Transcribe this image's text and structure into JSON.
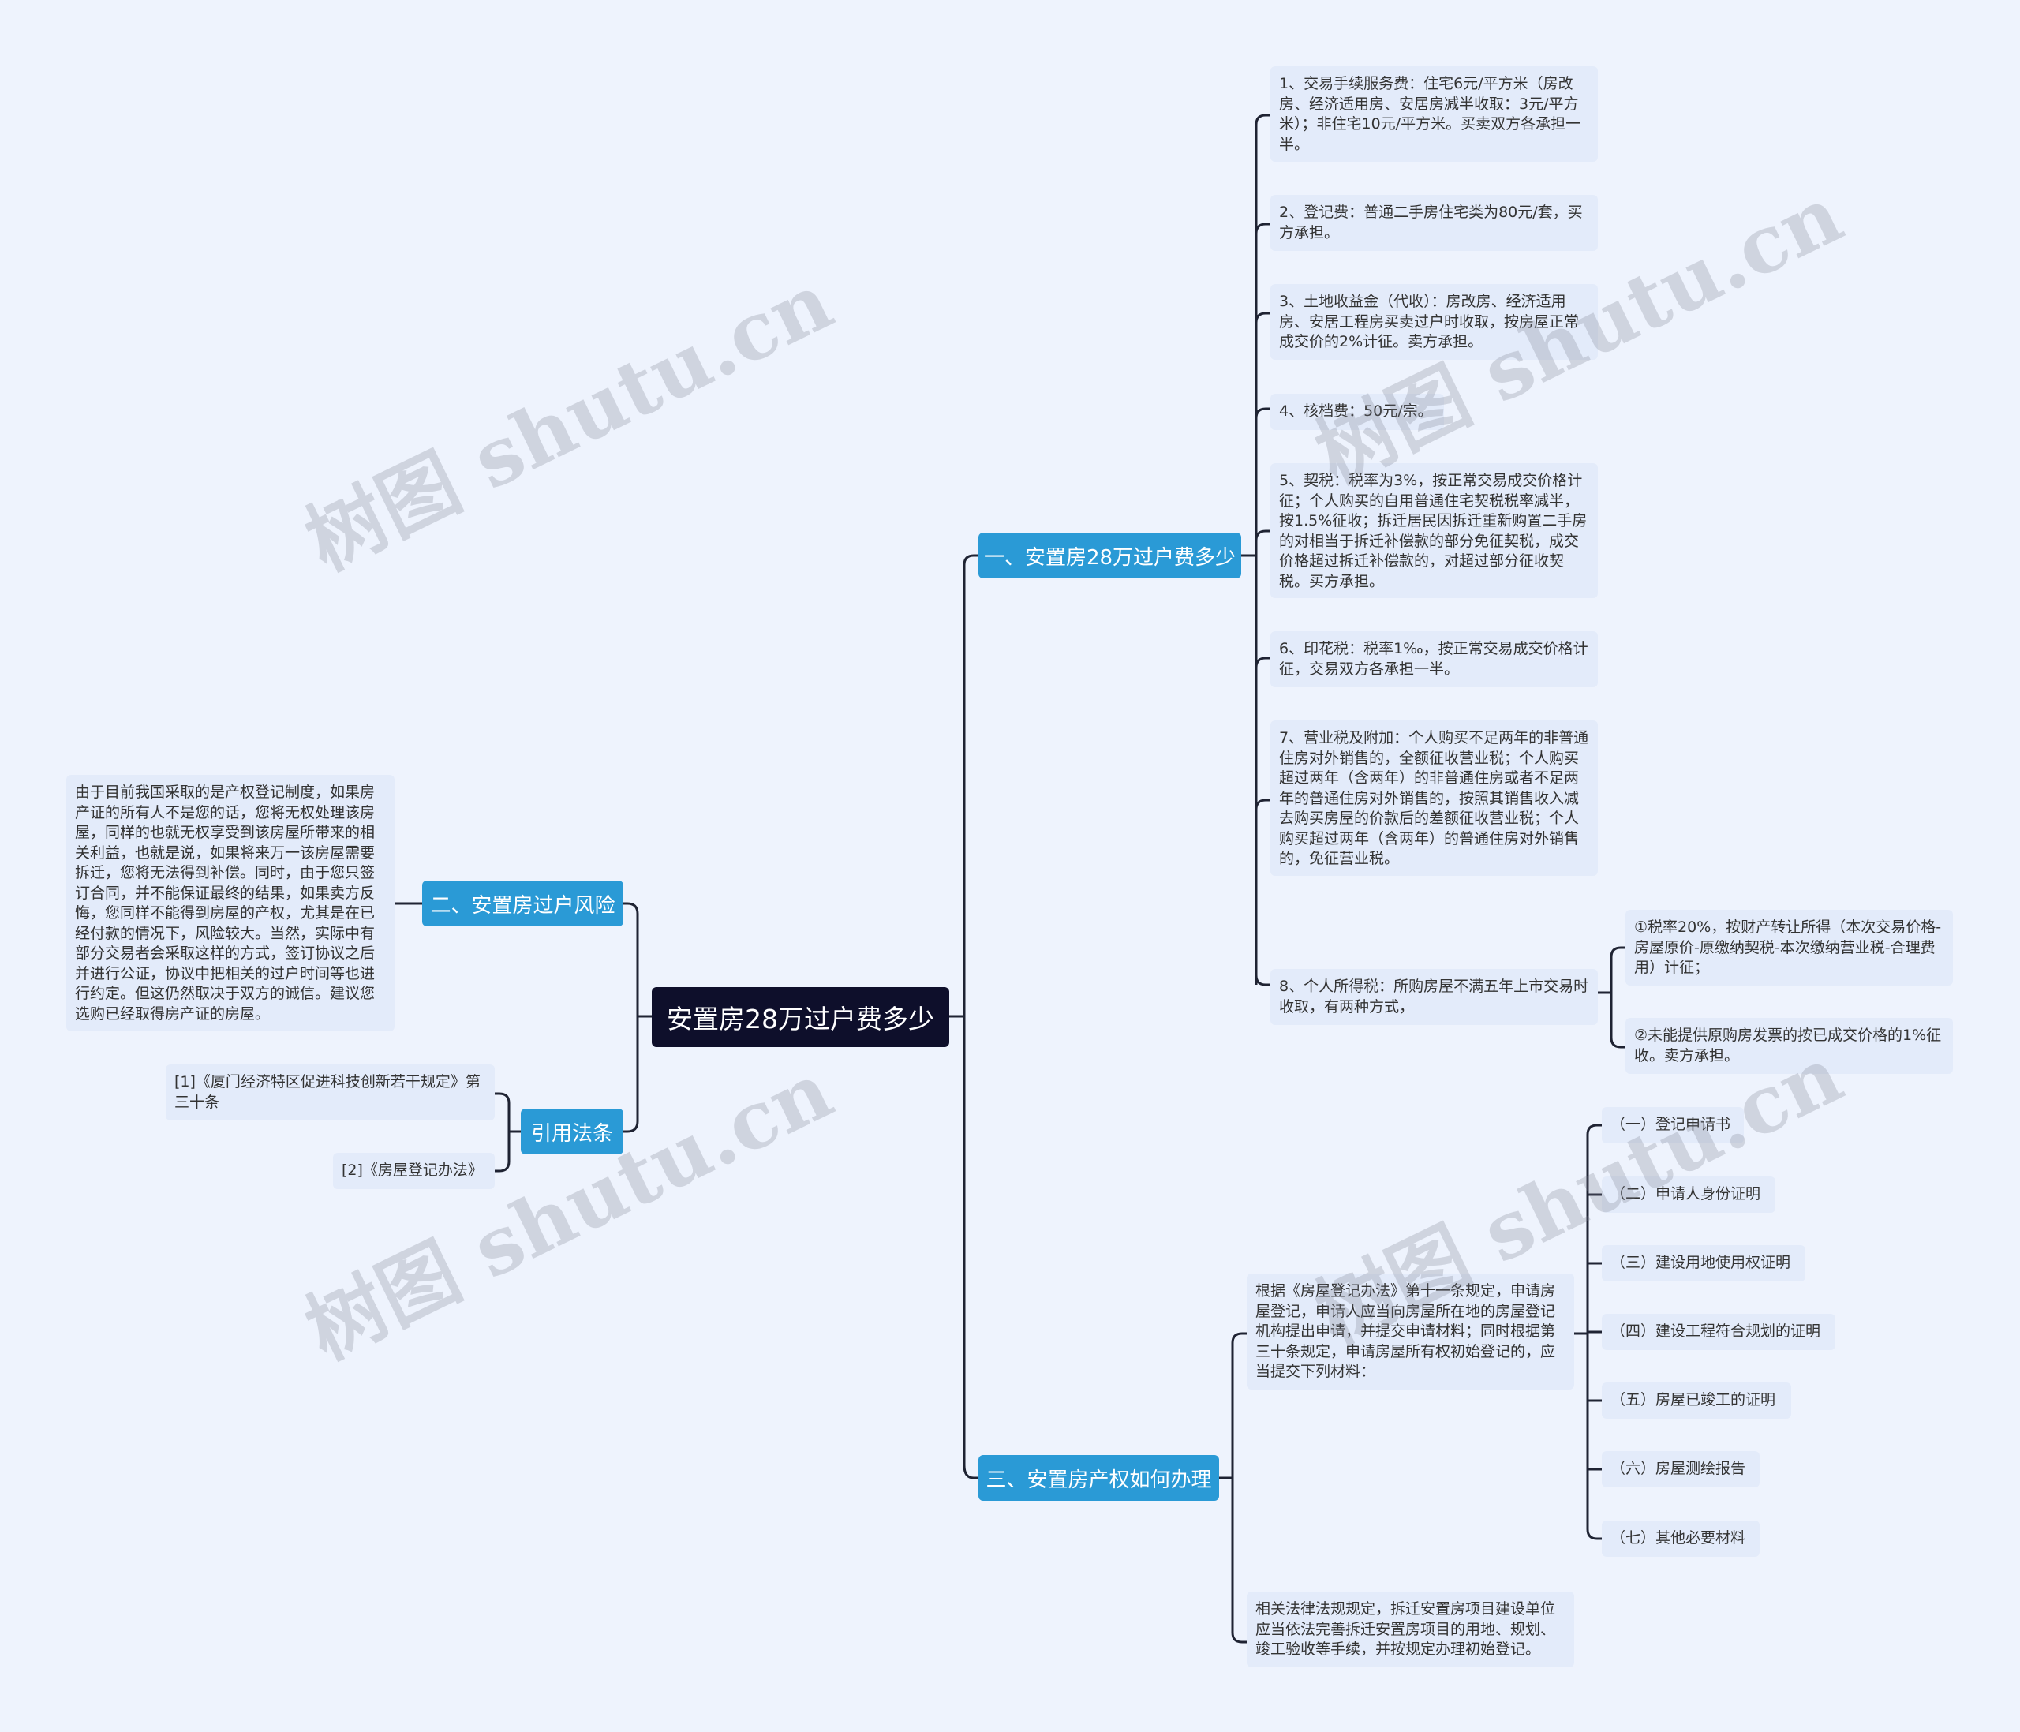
{
  "root": {
    "label": "安置房28万过户费多少"
  },
  "branches": {
    "fees": {
      "label": "一、安置房28万过户费多少"
    },
    "risk": {
      "label": "二、安置房过户风险"
    },
    "law": {
      "label": "引用法条"
    },
    "property": {
      "label": "三、安置房产权如何办理"
    }
  },
  "fees": {
    "items": [
      "1、交易手续服务费：住宅6元/平方米（房改房、经济适用房、安居房减半收取：3元/平方米）；非住宅10元/平方米。买卖双方各承担一半。",
      "2、登记费：普通二手房住宅类为80元/套，买方承担。",
      "3、土地收益金（代收）：房改房、经济适用房、安居工程房买卖过户时收取，按房屋正常成交价的2%计征。卖方承担。",
      "4、核档费：50元/宗。",
      "5、契税：税率为3%，按正常交易成交价格计征；个人购买的自用普通住宅契税税率减半，按1.5%征收；拆迁居民因拆迁重新购置二手房的对相当于拆迁补偿款的部分免征契税，成交价格超过拆迁补偿款的，对超过部分征收契税。买方承担。",
      "6、印花税：税率1‰，按正常交易成交价格计征，交易双方各承担一半。",
      "7、营业税及附加：个人购买不足两年的非普通住房对外销售的，全额征收营业税；个人购买超过两年（含两年）的非普通住房或者不足两年的普通住房对外销售的，按照其销售收入减去购买房屋的价款后的差额征收营业税；个人购买超过两年（含两年）的普通住房对外销售的，免征营业税。",
      "8、个人所得税：所购房屋不满五年上市交易时收取，有两种方式，"
    ],
    "income_tax_options": [
      "①税率20%，按财产转让所得（本次交易价格-房屋原价-原缴纳契税-本次缴纳营业税-合理费用）计征；",
      "②未能提供原购房发票的按已成交价格的1%征收。卖方承担。"
    ]
  },
  "risk": {
    "text": "由于目前我国采取的是产权登记制度，如果房产证的所有人不是您的话，您将无权处理该房屋，同样的也就无权享受到该房屋所带来的相关利益，也就是说，如果将来万一该房屋需要拆迁，您将无法得到补偿。同时，由于您只签订合同，并不能保证最终的结果，如果卖方反悔，您同样不能得到房屋的产权，尤其是在已经付款的情况下，风险较大。当然，实际中有部分交易者会采取这样的方式，签订协议之后并进行公证，协议中把相关的过户时间等也进行约定。但这仍然取决于双方的诚信。建议您选购已经取得房产证的房屋。"
  },
  "law": {
    "items": [
      "[1]《厦门经济特区促进科技创新若干规定》第三十条",
      "[2]《房屋登记办法》"
    ]
  },
  "property": {
    "basis": "根据《房屋登记办法》第十一条规定，申请房屋登记，申请人应当向房屋所在地的房屋登记机构提出申请，并提交申请材料；同时根据第三十条规定，申请房屋所有权初始登记的，应当提交下列材料：",
    "materials": [
      "（一）登记申请书",
      "（二）申请人身份证明",
      "（三）建设用地使用权证明",
      "（四）建设工程符合规划的证明",
      "（五）房屋已竣工的证明",
      "（六）房屋测绘报告",
      "（七）其他必要材料"
    ],
    "related": "相关法律法规规定，拆迁安置房项目建设单位应当依法完善拆迁安置房项目的用地、规划、竣工验收等手续，并按规定办理初始登记。"
  },
  "watermark": "树图 shutu.cn"
}
